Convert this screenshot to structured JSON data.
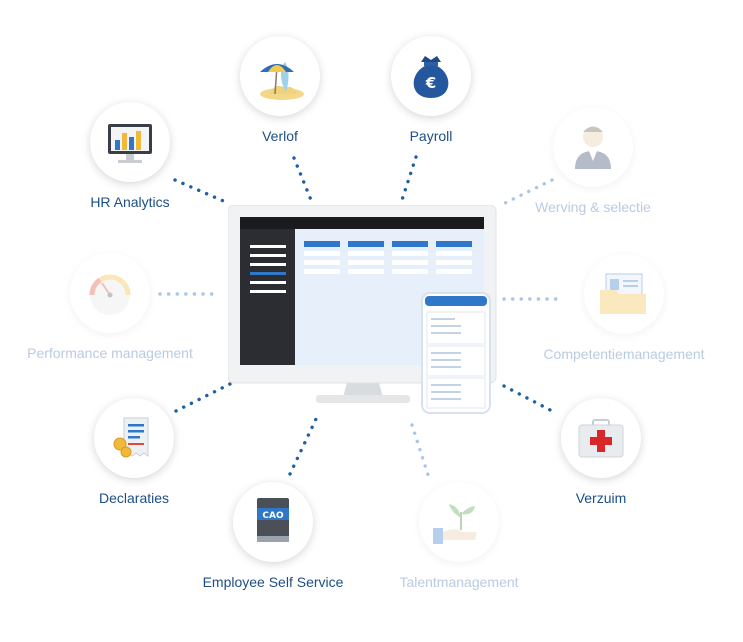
{
  "colors": {
    "label": "#1c4f86",
    "label_faded": "#b9cbe2",
    "dot": "#1f5fa3",
    "dot_faded": "#a9c6e4",
    "accent_blue": "#2f77c9"
  },
  "center": {
    "monitor_icon": "desktop-monitor-icon",
    "phone_icon": "smartphone-icon"
  },
  "modules": [
    {
      "id": "verlof",
      "label": "Verlof",
      "icon": "beach-umbrella-icon",
      "active": true
    },
    {
      "id": "payroll",
      "label": "Payroll",
      "icon": "euro-money-bag-icon",
      "active": true,
      "icon_text": "€"
    },
    {
      "id": "hr-analytics",
      "label": "HR Analytics",
      "icon": "bar-chart-monitor-icon",
      "active": true
    },
    {
      "id": "werving",
      "label": "Werving & selectie",
      "icon": "recruiter-person-icon",
      "active": false
    },
    {
      "id": "performance",
      "label": "Performance management",
      "icon": "gauge-icon",
      "active": false
    },
    {
      "id": "competentie",
      "label": "Competentiemanagement",
      "icon": "folder-id-card-icon",
      "active": false
    },
    {
      "id": "declaraties",
      "label": "Declaraties",
      "icon": "receipt-coins-icon",
      "active": true
    },
    {
      "id": "verzuim",
      "label": "Verzuim",
      "icon": "first-aid-kit-icon",
      "active": true
    },
    {
      "id": "ess",
      "label": "Employee Self Service",
      "icon": "cao-book-icon",
      "active": true,
      "icon_text": "CAO"
    },
    {
      "id": "talent",
      "label": "Talentmanagement",
      "icon": "hand-sprout-icon",
      "active": false
    }
  ]
}
